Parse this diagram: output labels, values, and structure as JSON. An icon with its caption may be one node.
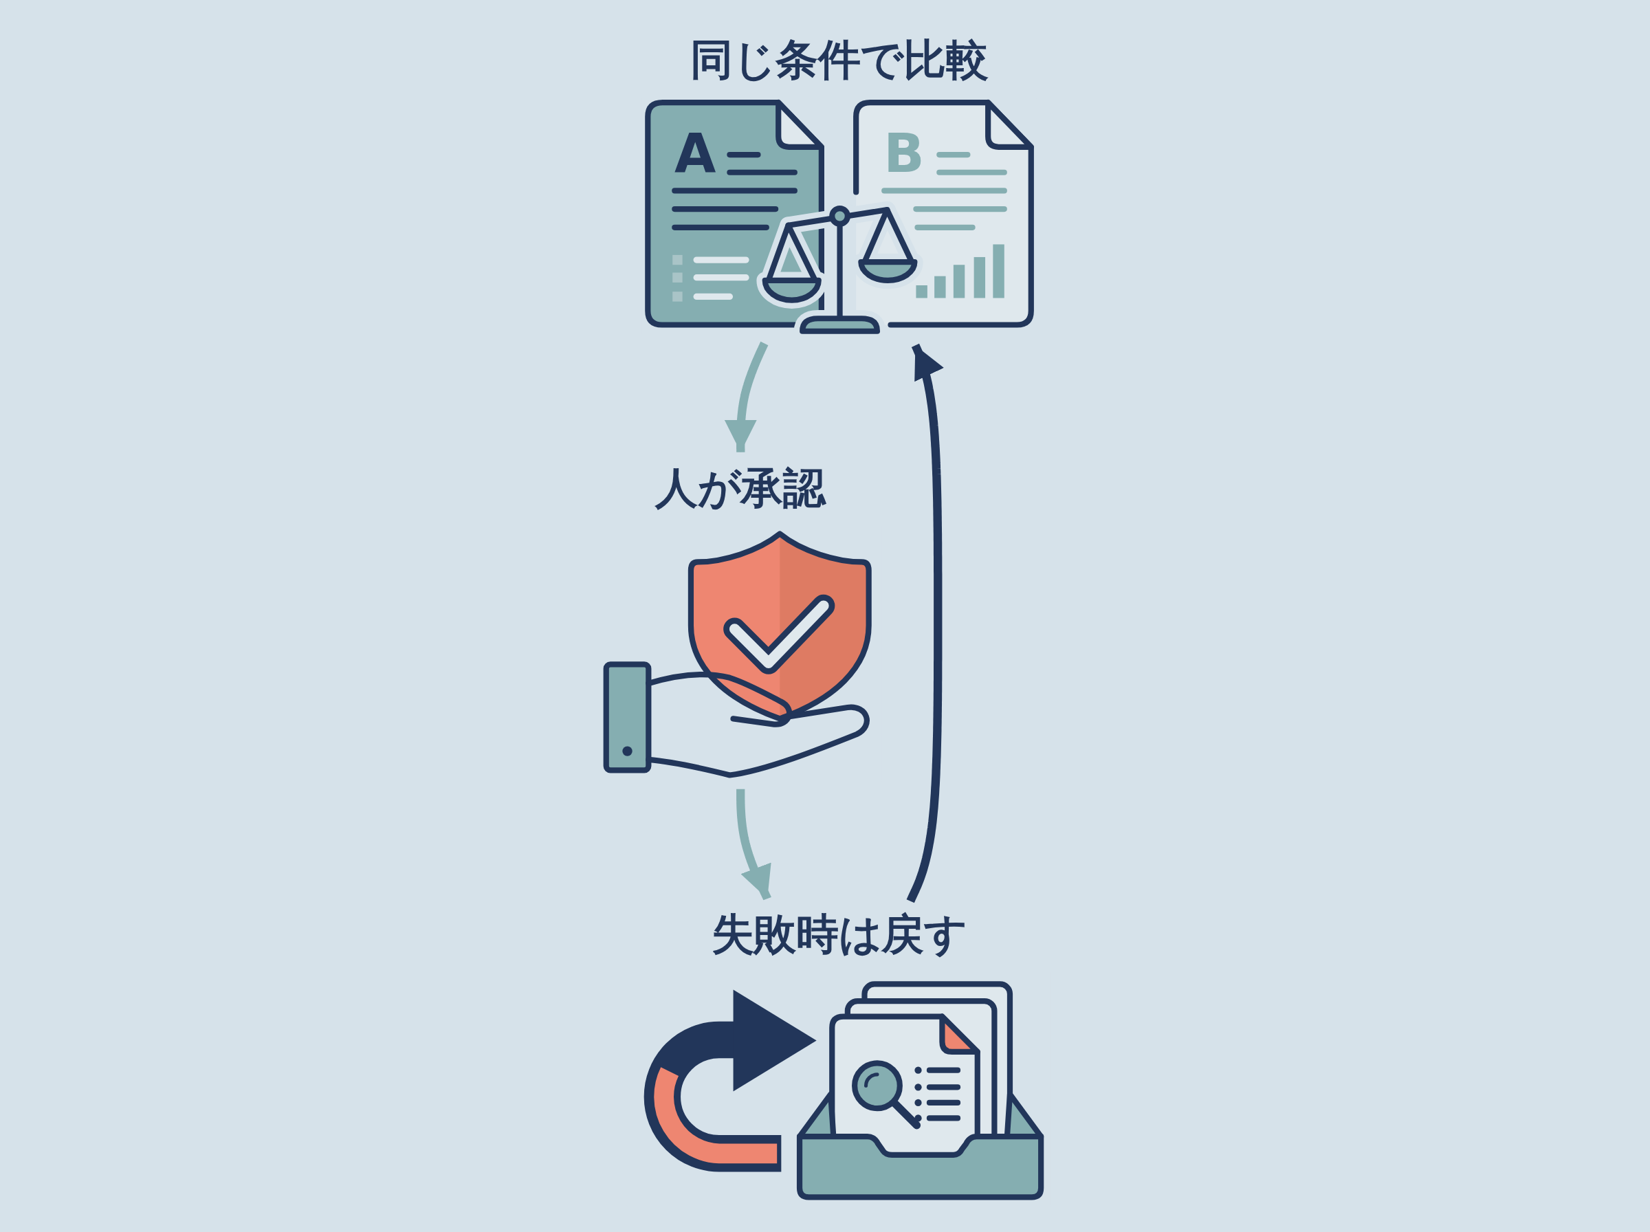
{
  "diagram": {
    "nodes": [
      {
        "text": [
          "同じ条件で比較"
        ]
      },
      {
        "text": [
          "人が承認"
        ]
      },
      {
        "text": [
          "失敗時は戻す"
        ]
      }
    ],
    "edges": [
      {
        "from": 0,
        "to": 1,
        "arrow": "to"
      },
      {
        "from": 1,
        "to": 2,
        "arrow": "to"
      },
      {
        "from": 2,
        "to": 0,
        "arrow": "to",
        "color": "#22365a"
      }
    ],
    "labels": [
      "A",
      "B"
    ]
  }
}
